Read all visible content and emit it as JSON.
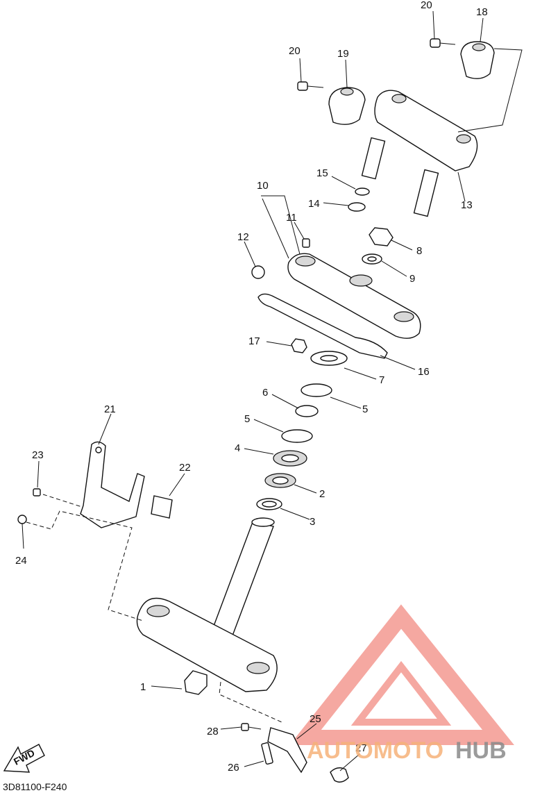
{
  "callouts": [
    {
      "id": "c20a",
      "text": "20"
    },
    {
      "id": "c18",
      "text": "18"
    },
    {
      "id": "c20b",
      "text": "20"
    },
    {
      "id": "c19",
      "text": "19"
    },
    {
      "id": "c15",
      "text": "15"
    },
    {
      "id": "c13",
      "text": "13"
    },
    {
      "id": "c14",
      "text": "14"
    },
    {
      "id": "c10",
      "text": "10"
    },
    {
      "id": "c11",
      "text": "11"
    },
    {
      "id": "c12",
      "text": "12"
    },
    {
      "id": "c8",
      "text": "8"
    },
    {
      "id": "c9",
      "text": "9"
    },
    {
      "id": "c17",
      "text": "17"
    },
    {
      "id": "c16",
      "text": "16"
    },
    {
      "id": "c7",
      "text": "7"
    },
    {
      "id": "c6",
      "text": "6"
    },
    {
      "id": "c5a",
      "text": "5"
    },
    {
      "id": "c5b",
      "text": "5"
    },
    {
      "id": "c4",
      "text": "4"
    },
    {
      "id": "c2",
      "text": "2"
    },
    {
      "id": "c3",
      "text": "3"
    },
    {
      "id": "c21",
      "text": "21"
    },
    {
      "id": "c22",
      "text": "22"
    },
    {
      "id": "c23",
      "text": "23"
    },
    {
      "id": "c24",
      "text": "24"
    },
    {
      "id": "c1",
      "text": "1"
    },
    {
      "id": "c25",
      "text": "25"
    },
    {
      "id": "c28",
      "text": "28"
    },
    {
      "id": "c27",
      "text": "27"
    },
    {
      "id": "c26",
      "text": "26"
    }
  ],
  "fwd_label": "FWD",
  "drawing_code": "3D81100-F240",
  "watermark": {
    "part1": "AUTOMOTO",
    "part2": "HUB",
    "accent_color": "#f28b82"
  }
}
